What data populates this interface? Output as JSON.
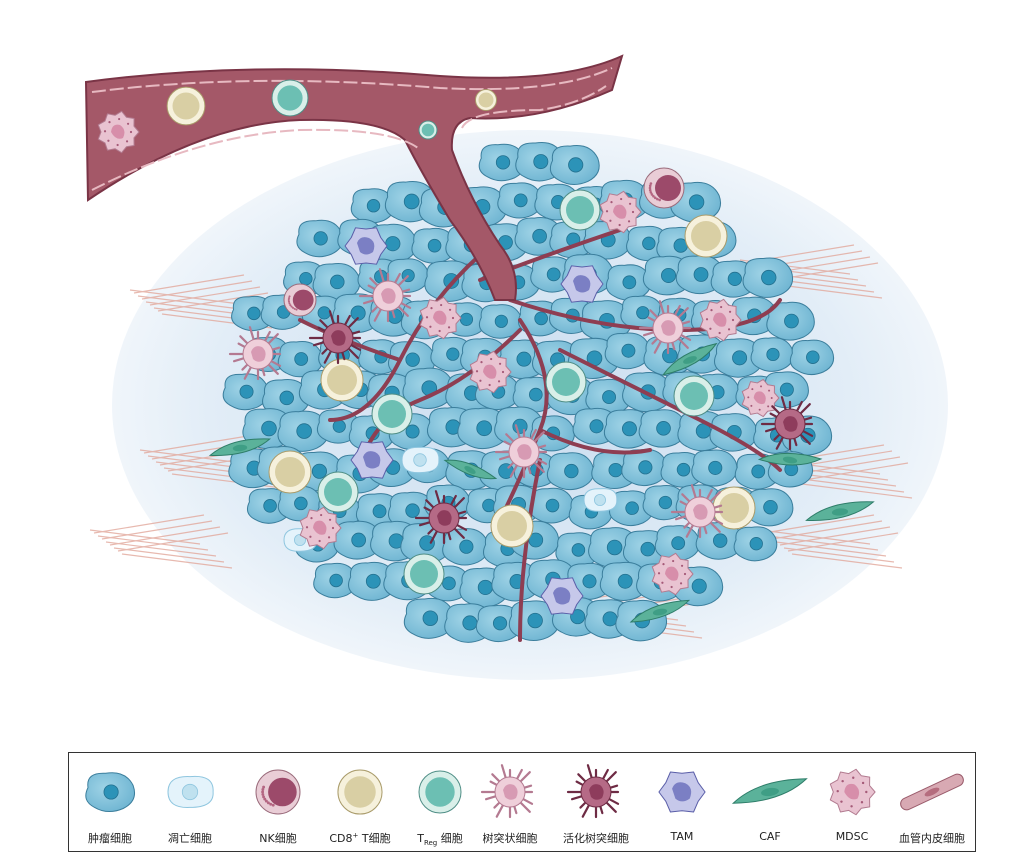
{
  "colors": {
    "tumor_cell": "#7fc3dc",
    "tumor_nucleus": "#2c93b8",
    "nk_cell": "#9c4a6a",
    "cd8_t_cell": "#d9cfa4",
    "treg_cell": "#6cbfb3",
    "dendritic_cell": "#d8a6bb",
    "activated_dendritic_cell": "#8e3c5c",
    "tam": "#7b7fc4",
    "caf": "#3f9e85",
    "mdsc": "#e9c3d1",
    "blood_vessel": "#9a4a5c",
    "tme_background": "#d8e6f3"
  },
  "legend": {
    "items": [
      {
        "label": "肿瘤细胞",
        "icon": "tumor-cell-icon"
      },
      {
        "label": "凋亡细胞",
        "icon": "apoptotic-cell-icon"
      },
      {
        "label": "NK细胞",
        "icon": "nk-cell-icon"
      },
      {
        "label_pre": "CD8",
        "label_sup": "+",
        "label_post": " T细胞",
        "icon": "cd8-t-cell-icon"
      },
      {
        "label_pre": "T",
        "label_sub": "Reg",
        "label_post": " 细胞",
        "icon": "treg-cell-icon"
      },
      {
        "label": "树突状细胞",
        "icon": "dendritic-cell-icon"
      },
      {
        "label": "活化树突细胞",
        "icon": "activated-dendritic-cell-icon"
      },
      {
        "label": "TAM",
        "icon": "tam-icon"
      },
      {
        "label": "CAF",
        "icon": "caf-icon"
      },
      {
        "label": "MDSC",
        "icon": "mdsc-icon"
      },
      {
        "label": "血管内皮细胞",
        "icon": "endothelial-cell-icon"
      }
    ]
  }
}
